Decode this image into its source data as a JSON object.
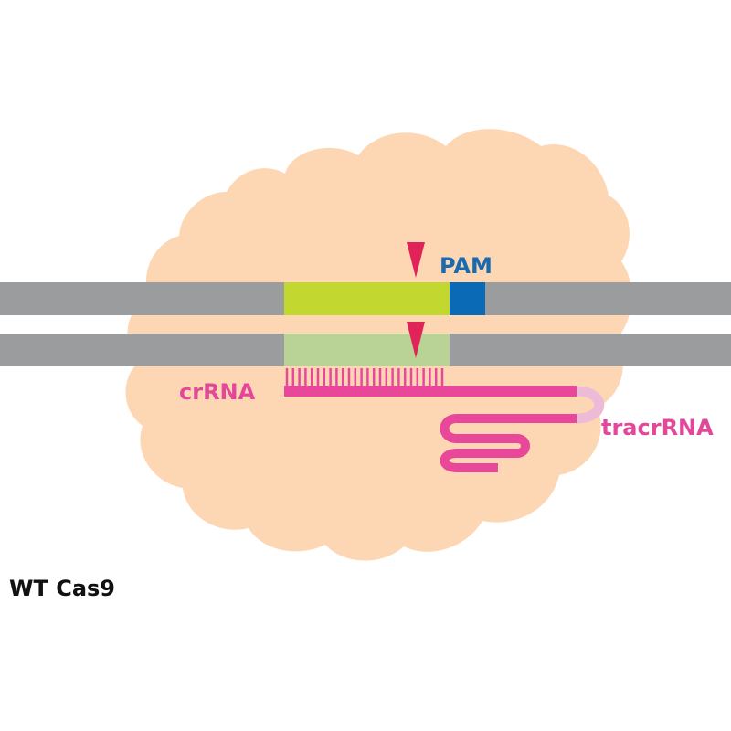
{
  "labels": {
    "pam": "PAM",
    "crrna": "crRNA",
    "tracrrna": "tracrRNA",
    "title": "WT Cas9"
  },
  "colors": {
    "protein": "#fdd7b4",
    "dna_strand": "#9b9c9e",
    "target_top": "#c2d730",
    "target_bottom": "#b8d395",
    "pam": "#0a6ab6",
    "cut_site": "#e0245a",
    "rna": "#e9479a",
    "rna_tail": "#eebbd6",
    "pam_text": "#1a6aaf",
    "rna_text": "#e2479a",
    "title_text": "#111111"
  },
  "icons": {
    "cut_marker": "triangle-down"
  }
}
